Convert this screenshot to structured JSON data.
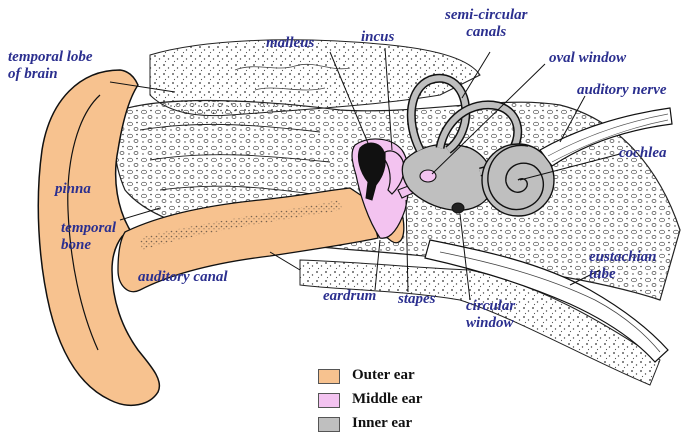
{
  "colors": {
    "label": "#2b2f8f",
    "outer_ear": "#f7c28f",
    "middle_ear": "#f3c3f0",
    "inner_ear": "#bfbfbf",
    "line": "#111111"
  },
  "labels": {
    "temporal_lobe_line1": "temporal lobe",
    "temporal_lobe_line2": "of brain",
    "malleus": "malleus",
    "incus": "incus",
    "semi_circular_line1": "semi-circular",
    "semi_circular_line2": "canals",
    "oval_window": "oval window",
    "auditory_nerve": "auditory nerve",
    "cochlea": "cochlea",
    "pinna": "pinna",
    "temporal_bone_line1": "temporal",
    "temporal_bone_line2": "bone",
    "auditory_canal": "auditory canal",
    "eardrum": "eardrum",
    "stapes": "stapes",
    "circular_window_line1": "circular",
    "circular_window_line2": "window",
    "eustachian_line1": "eustachian",
    "eustachian_line2": "tube"
  },
  "legend": {
    "outer": "Outer ear",
    "middle": "Middle ear",
    "inner": "Inner ear"
  }
}
